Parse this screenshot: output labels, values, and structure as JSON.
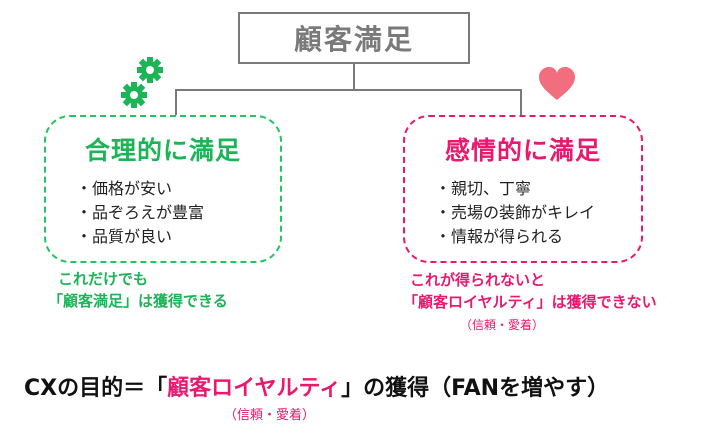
{
  "top": {
    "title": "顧客満足"
  },
  "left_card": {
    "title": "合理的に満足",
    "items": [
      "・価格が安い",
      "・品ぞろえが豊富",
      "・品質が良い"
    ],
    "note_line1": "これだけでも",
    "note_line2": "「顧客満足」は獲得できる"
  },
  "right_card": {
    "title": "感情的に満足",
    "items": [
      "・親切、丁寧",
      "・売場の装飾がキレイ",
      "・情報が得られる"
    ],
    "note_line1": "これが得られないと",
    "note_line2": "「顧客ロイヤルティ」は獲得できない",
    "sub": "（信頼・愛着）"
  },
  "bottom": {
    "prefix": "CXの目的＝「",
    "highlight": "顧客ロイヤルティ",
    "suffix": "」の獲得（FANを増やす）",
    "sub": "（信頼・愛着）"
  },
  "colors": {
    "green": "#1bb457",
    "pink": "#e8196e",
    "gray": "#7a7a7a",
    "heart": "#f26d7d"
  },
  "icons": {
    "left": "gear-icon",
    "right": "heart-icon"
  }
}
